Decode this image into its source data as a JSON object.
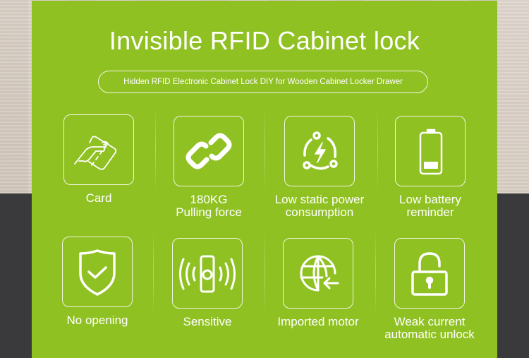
{
  "header": {
    "title": "Invisible RFID Cabinet lock",
    "subtitle": "Hidden RFID Electronic Cabinet Lock DIY for Wooden Cabinet Locker Drawer"
  },
  "colors": {
    "panel_green": "#90c123",
    "dark_background": "#3a3a3c",
    "wood_background": "#d9cfc5",
    "foreground": "#ffffff"
  },
  "features": [
    {
      "icon": "card-icon",
      "line1": "Card",
      "line2": ""
    },
    {
      "icon": "chain-link-icon",
      "line1": "180KG",
      "line2": "Pulling force"
    },
    {
      "icon": "power-cycle-icon",
      "line1": "Low static power",
      "line2": "consumption"
    },
    {
      "icon": "low-battery-icon",
      "line1": "Low battery",
      "line2": "reminder"
    },
    {
      "icon": "shield-check-icon",
      "line1": "No opening",
      "line2": ""
    },
    {
      "icon": "signal-sensor-icon",
      "line1": "Sensitive",
      "line2": ""
    },
    {
      "icon": "globe-import-icon",
      "line1": "Imported motor",
      "line2": ""
    },
    {
      "icon": "unlock-icon",
      "line1": "Weak current",
      "line2": "automatic unlock"
    }
  ]
}
